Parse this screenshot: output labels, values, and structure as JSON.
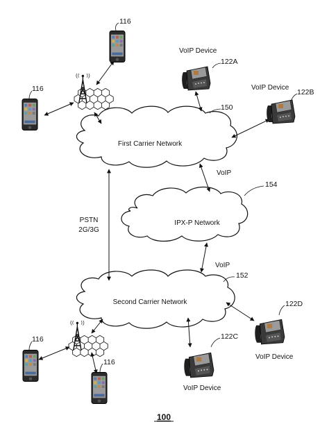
{
  "figure": {
    "number": "100"
  },
  "networks": {
    "first": {
      "label": "First Carrier Network",
      "ref": "150"
    },
    "ipx": {
      "label": "IPX-P Network",
      "ref": "154"
    },
    "second": {
      "label": "Second Carrier Network",
      "ref": "152"
    }
  },
  "links": {
    "pstn_label": "PSTN",
    "pstn_sub": "2G/3G",
    "voip_upper": "VoIP",
    "voip_lower": "VoIP"
  },
  "mobiles": {
    "top_right_ref": "116",
    "top_left_ref": "116",
    "bottom_left_ref": "116",
    "bottom_right_ref": "116"
  },
  "voip_devices": {
    "a": {
      "label": "VoIP Device",
      "ref": "122A"
    },
    "b": {
      "label": "VoIP Device",
      "ref": "122B"
    },
    "c": {
      "label": "VoIP Device",
      "ref": "122C"
    },
    "d": {
      "label": "VoIP Device",
      "ref": "122D"
    }
  },
  "icons": [
    "mobile-phone-icon",
    "cell-tower-icon",
    "voip-desk-phone-icon",
    "cloud-network-icon"
  ]
}
